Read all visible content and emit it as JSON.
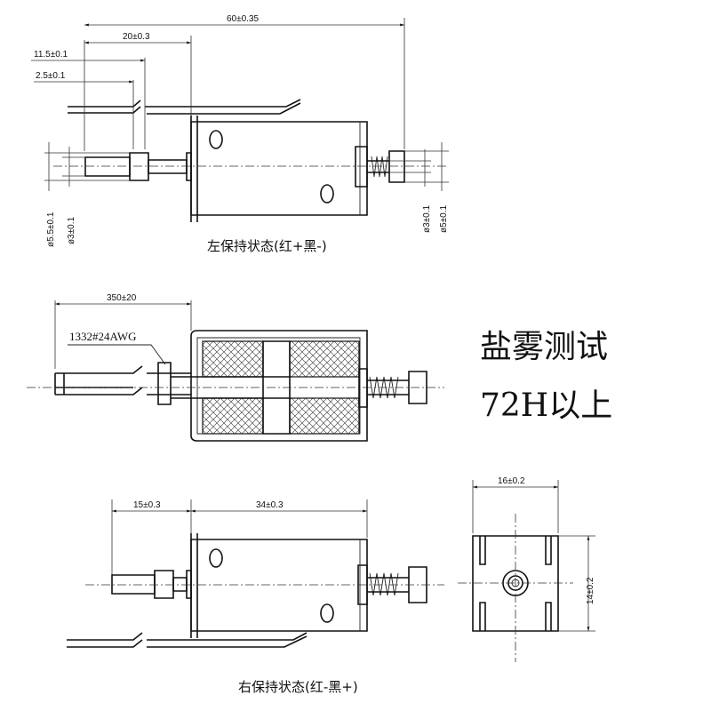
{
  "views": {
    "left_hold": {
      "caption": "左保持状态(红+黑-)",
      "dims": {
        "overall_length": "60±0.35",
        "plunger_to_body": "20±0.3",
        "plunger_offset": "11.5±0.1",
        "tip_length": "2.5±0.1",
        "plunger_diameter": "ø5.5±0.1",
        "tip_diameter": "ø3±0.1",
        "rear_shaft_diameter": "ø3±0.1",
        "rear_cap_diameter": "ø5±0.1"
      }
    },
    "section": {
      "wire_length": "350±20",
      "wire_spec": "1332#24AWG"
    },
    "note": {
      "line1": "盐雾测试",
      "line2": "72H以上"
    },
    "right_hold": {
      "caption": "右保持状态(红-黑+)",
      "dims": {
        "plunger_stroke": "15±0.3",
        "body_length": "34±0.3"
      }
    },
    "end_view": {
      "width": "16±0.2",
      "height": "14±0.2"
    }
  }
}
